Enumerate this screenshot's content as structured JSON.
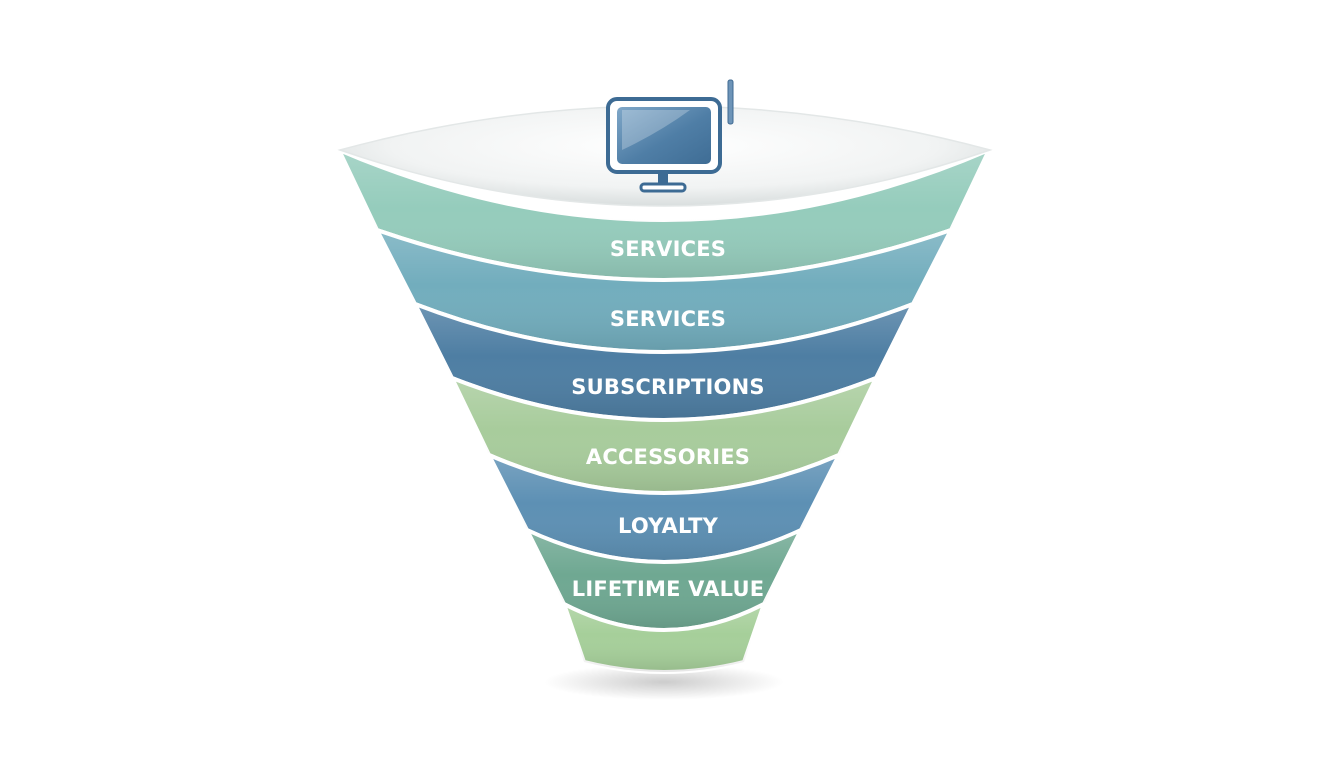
{
  "funnel": {
    "top_icon": "tv-monitor-icon",
    "stages": [
      {
        "label": "SERVICES",
        "color": "#95ccbc"
      },
      {
        "label": "SERVICES",
        "color": "#72adbd"
      },
      {
        "label": "SUBSCRIPTIONS",
        "color": "#4e7ea3"
      },
      {
        "label": "ACCESSORIES",
        "color": "#a8cc9c"
      },
      {
        "label": "LOYALTY",
        "color": "#5d90b4"
      },
      {
        "label": "LIFETIME VALUE",
        "color": "#6fa892"
      },
      {
        "label": "",
        "color": "#a6cf9a"
      }
    ]
  }
}
